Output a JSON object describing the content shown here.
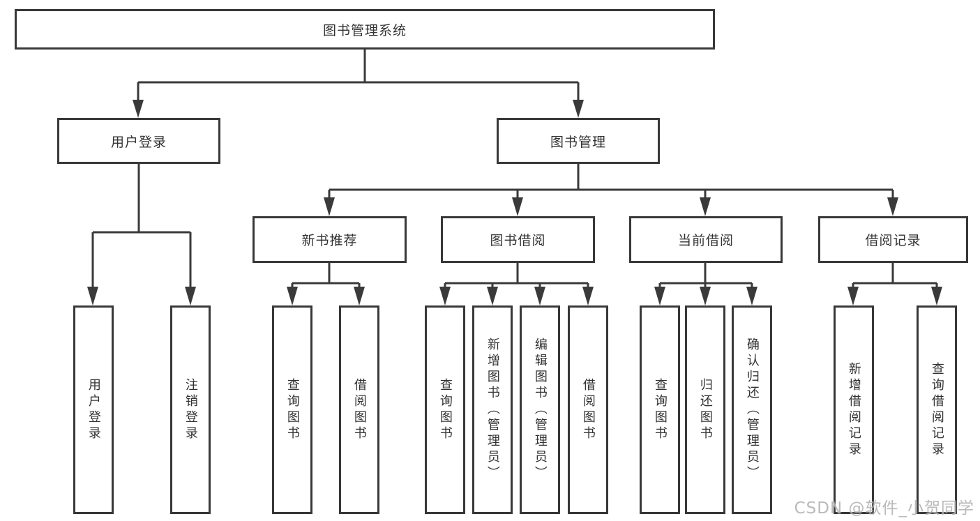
{
  "diagram": {
    "root": "图书管理系统",
    "modules": {
      "user_login": "用户登录",
      "book_management": "图书管理"
    },
    "submodules": {
      "new_book_recommend": "新书推荐",
      "book_borrow": "图书借阅",
      "current_borrow": "当前借阅",
      "borrow_records": "借阅记录"
    },
    "functions": {
      "user_login": [
        "用户登录",
        "注销登录"
      ],
      "new_book_recommend": [
        "查询图书",
        "借阅图书"
      ],
      "book_borrow": [
        "查询图书",
        "新增图书（管理员）",
        "编辑图书（管理员）",
        "借阅图书"
      ],
      "current_borrow": [
        "查询图书",
        "归还图书",
        "确认归还（管理员）"
      ],
      "borrow_records": [
        "新增借阅记录",
        "查询借阅记录"
      ]
    }
  },
  "watermark": "CSDN @软件_小贺同学",
  "colors": {
    "line": "#3a3a3a",
    "border": "#383838",
    "text": "#333333",
    "background": "#ffffff",
    "watermark": "#b3b3b3"
  }
}
